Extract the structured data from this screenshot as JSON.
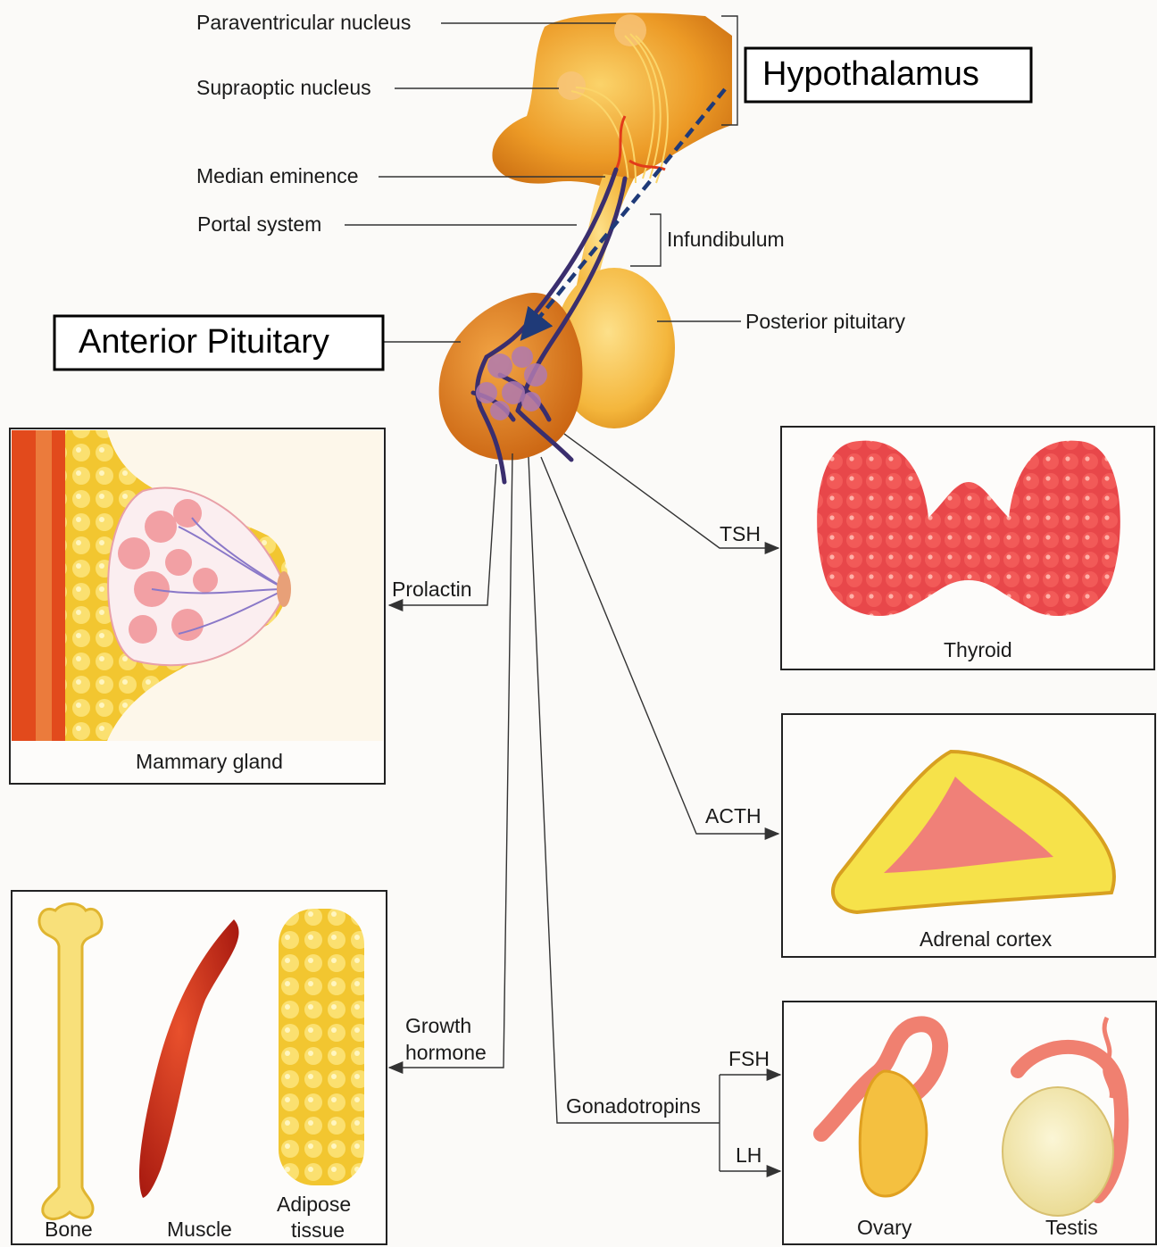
{
  "callouts": {
    "hypothalamus": "Hypothalamus",
    "anterior_pituitary": "Anterior Pituitary"
  },
  "labels": {
    "paraventricular": "Paraventricular nucleus",
    "supraoptic": "Supraoptic nucleus",
    "median_eminence": "Median eminence",
    "portal_system": "Portal system",
    "infundibulum": "Infundibulum",
    "posterior_pituitary": "Posterior pituitary"
  },
  "hormones": {
    "prolactin": "Prolactin",
    "tsh": "TSH",
    "acth": "ACTH",
    "growth_hormone_line1": "Growth",
    "growth_hormone_line2": "hormone",
    "gonadotropins": "Gonadotropins",
    "fsh": "FSH",
    "lh": "LH"
  },
  "targets": {
    "mammary_gland": "Mammary gland",
    "thyroid": "Thyroid",
    "adrenal_cortex": "Adrenal cortex",
    "bone": "Bone",
    "muscle": "Muscle",
    "adipose_line1": "Adipose",
    "adipose_line2": "tissue",
    "ovary": "Ovary",
    "testis": "Testis"
  },
  "colors": {
    "gland_orange": "#e8901c",
    "gland_light": "#f6c04c",
    "portal_vessels": "#3a2e6e",
    "arrow_dashed": "#1f3a78",
    "thyroid_red": "#e84c4c",
    "fat_yellow": "#f4cf3a"
  }
}
